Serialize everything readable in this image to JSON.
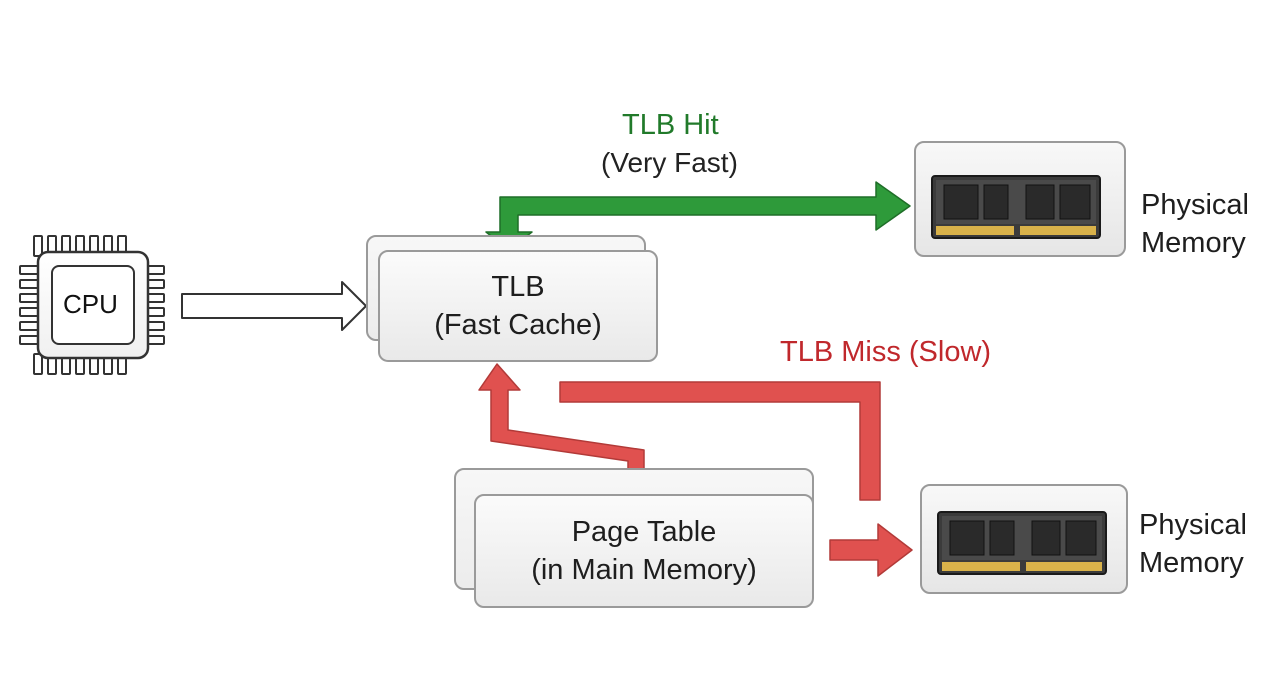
{
  "cpu": {
    "label": "CPU"
  },
  "tlb": {
    "line1": "TLB",
    "line2": "(Fast Cache)"
  },
  "page_table": {
    "line1": "Page Table",
    "line2": "(in Main Memory)"
  },
  "hit": {
    "label": "TLB Hit",
    "sub": "(Very Fast)",
    "color": "#2e9a3a"
  },
  "miss": {
    "label": "TLB Miss (Slow)",
    "color": "#e0514f"
  },
  "memory_top": {
    "line1": "Physical",
    "line2": "Memory"
  },
  "memory_bottom": {
    "line1": "Physical",
    "line2": "Memory"
  }
}
